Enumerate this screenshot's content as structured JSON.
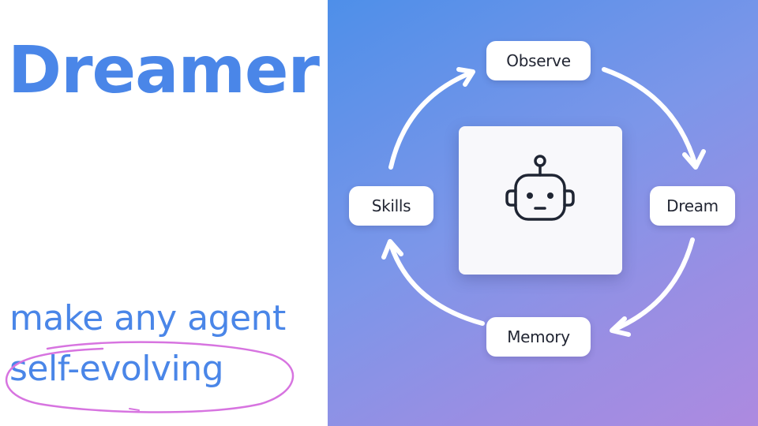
{
  "title": "Dreamer",
  "tagline": {
    "line1": "make any agent",
    "line2": "self-evolving"
  },
  "cycle": {
    "nodes": [
      {
        "id": "observe",
        "label": "Observe"
      },
      {
        "id": "dream",
        "label": "Dream"
      },
      {
        "id": "memory",
        "label": "Memory"
      },
      {
        "id": "skills",
        "label": "Skills"
      }
    ],
    "center_icon": "robot-icon",
    "arrow_direction": "clockwise"
  },
  "colors": {
    "title_blue": "#4a86e8",
    "highlight_circle": "#d774e0",
    "gradient_start": "#4e8fe9",
    "gradient_end": "#ad8ae0",
    "arrow": "#ffffff",
    "icon_stroke": "#1f2533"
  }
}
